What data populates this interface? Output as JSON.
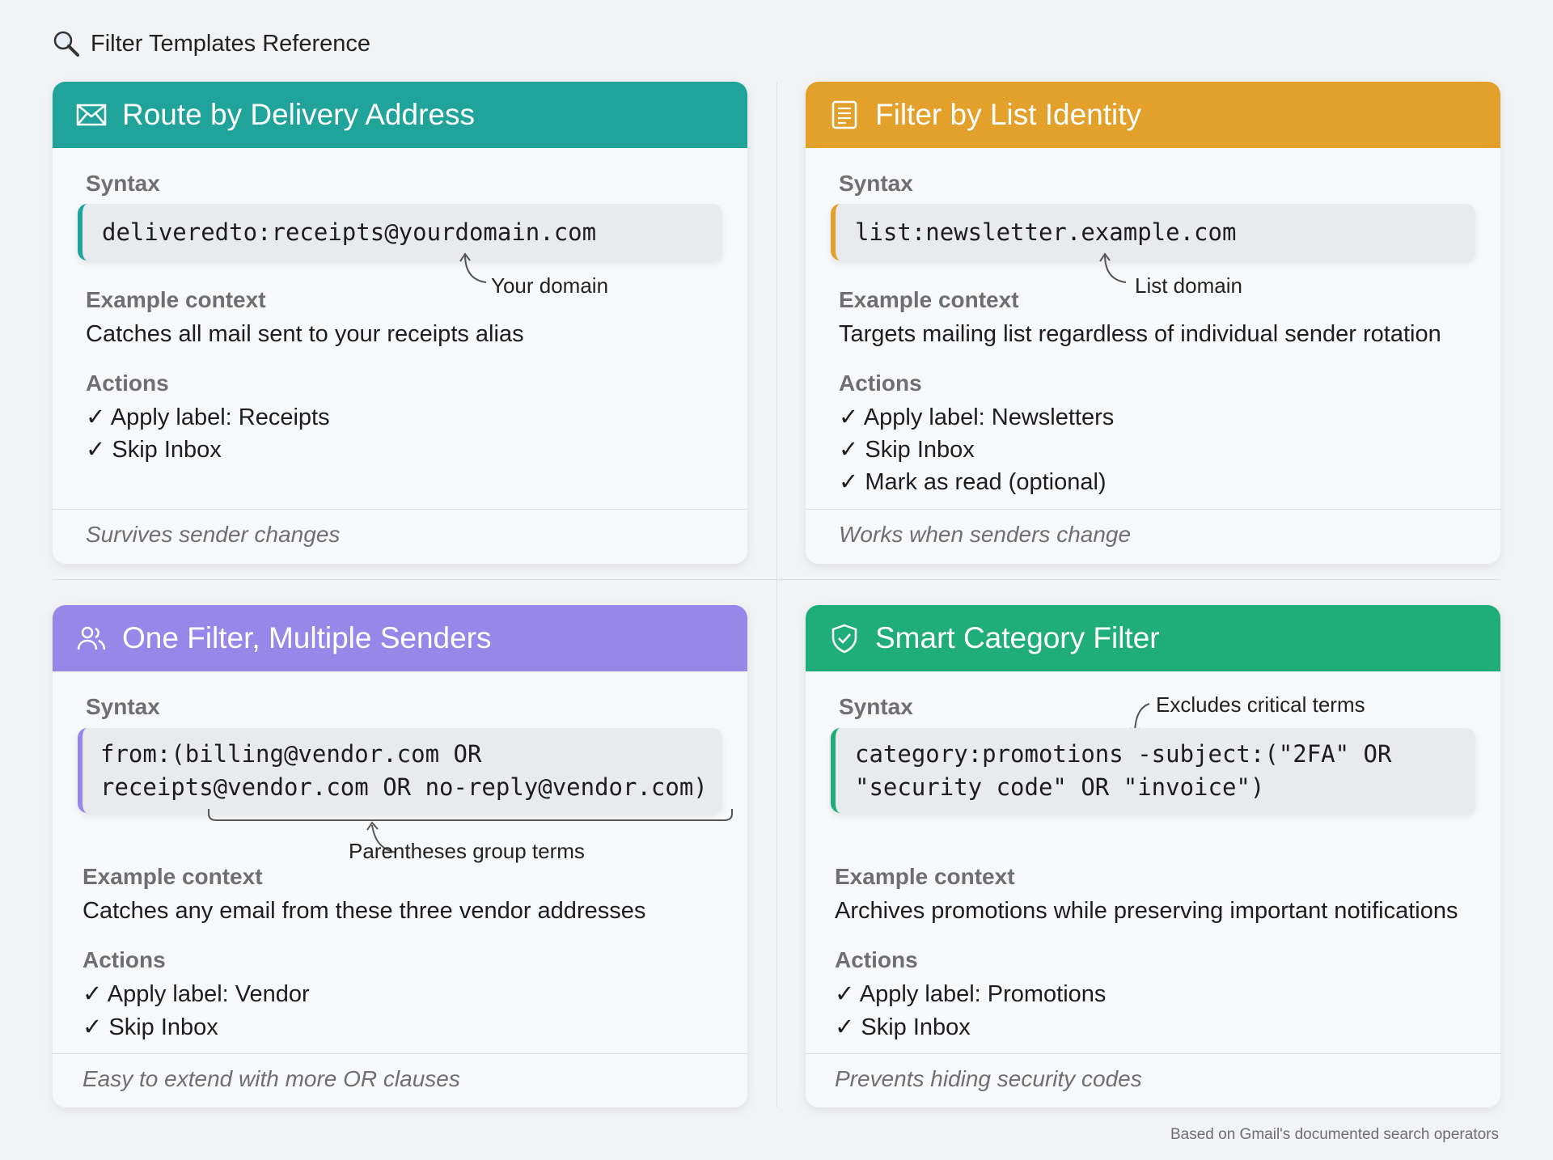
{
  "page": {
    "title": "Filter Templates Reference",
    "title_icon": "magnifier-icon",
    "credit": "Based on Gmail's documented search operators"
  },
  "colors": {
    "teal": "#20a39a",
    "orange": "#e3a02a",
    "purple": "#9787e8",
    "green": "#1fae7a"
  },
  "cards": [
    {
      "title": "Route by Delivery Address",
      "icon": "envelope-icon",
      "syntax_label": "Syntax",
      "syntax": "deliveredto:receipts@yourdomain.com",
      "annotation": "Your domain",
      "context_label": "Example context",
      "context": "Catches all mail sent to your receipts alias",
      "actions_label": "Actions",
      "actions": [
        "Apply label: Receipts",
        "Skip Inbox"
      ],
      "footer": "Survives sender changes"
    },
    {
      "title": "Filter by List Identity",
      "icon": "list-icon",
      "syntax_label": "Syntax",
      "syntax": "list:newsletter.example.com",
      "annotation": "List domain",
      "context_label": "Example context",
      "context": "Targets mailing list regardless of individual sender rotation",
      "actions_label": "Actions",
      "actions": [
        "Apply label: Newsletters",
        "Skip Inbox",
        "Mark as read (optional)"
      ],
      "footer": "Works when senders change"
    },
    {
      "title": "One Filter, Multiple Senders",
      "icon": "users-icon",
      "syntax_label": "Syntax",
      "syntax_lines": [
        "from:(billing@vendor.com OR",
        "receipts@vendor.com OR no-reply@vendor.com)"
      ],
      "annotation": "Parentheses group terms",
      "context_label": "Example context",
      "context": "Catches any email from these three vendor addresses",
      "actions_label": "Actions",
      "actions": [
        "Apply label: Vendor",
        "Skip Inbox"
      ],
      "footer": "Easy to extend with more OR clauses"
    },
    {
      "title": "Smart Category Filter",
      "icon": "shield-check-icon",
      "syntax_label": "Syntax",
      "syntax_lines": [
        "category:promotions -subject:(\"2FA\" OR",
        "\"security code\" OR \"invoice\")"
      ],
      "annotation": "Excludes critical terms",
      "context_label": "Example context",
      "context": "Archives promotions while preserving important notifications",
      "actions_label": "Actions",
      "actions": [
        "Apply label: Promotions",
        "Skip Inbox"
      ],
      "footer": "Prevents hiding security codes"
    }
  ],
  "check_glyph": "✓"
}
